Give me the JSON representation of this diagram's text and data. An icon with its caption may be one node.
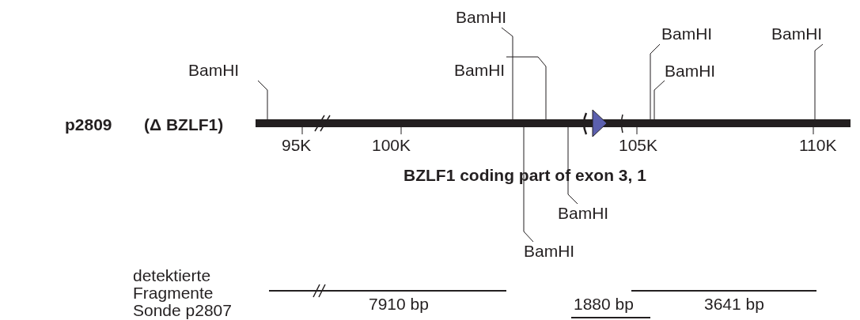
{
  "diagram": {
    "nodes": [
      {
        "text": [
          "BamHI"
        ]
      },
      {
        "text": [
          "BamHI"
        ]
      },
      {
        "text": [
          "BamHI"
        ]
      },
      {
        "text": [
          "BamHI"
        ]
      },
      {
        "text": [
          "BamHI"
        ]
      },
      {
        "text": [
          "BamHI"
        ]
      },
      {
        "text": [
          "BamHI"
        ]
      },
      {
        "text": [
          "BamHI"
        ]
      }
    ],
    "edges": [
      {
        "from": 0,
        "to": null,
        "arrow": "none"
      },
      {
        "from": 1,
        "to": null,
        "arrow": "none"
      },
      {
        "from": 2,
        "to": null,
        "arrow": "none"
      },
      {
        "from": 3,
        "to": null,
        "arrow": "none"
      },
      {
        "from": 4,
        "to": null,
        "arrow": "none"
      },
      {
        "from": 5,
        "to": null,
        "arrow": "none"
      },
      {
        "from": 6,
        "to": null,
        "arrow": "none"
      },
      {
        "from": 7,
        "to": null,
        "arrow": "none"
      }
    ],
    "labels": [
      "p2809",
      "(Δ BZLF1)",
      "95K",
      "100K",
      "105K",
      "110K",
      "BZLF1 coding part of exon 3, 1",
      "detektierte Fragmente Sonde p2807",
      "7910 bp",
      "1880 bp",
      "3641 bp"
    ]
  }
}
